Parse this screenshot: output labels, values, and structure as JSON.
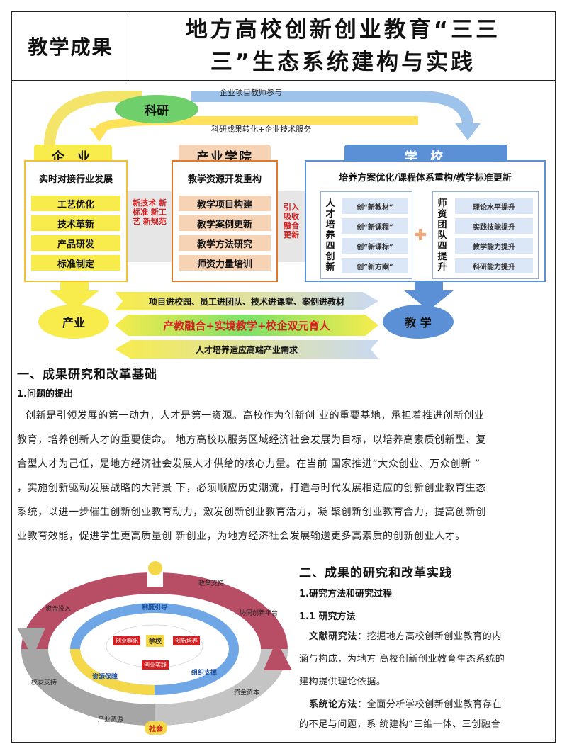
{
  "header": {
    "label": "教学成果",
    "title": "地方高校创新创业教育“三三三”生态系统建构与实践"
  },
  "diagram1": {
    "keyan": "科研",
    "top_note": "企业项目教师参与",
    "mid_note": "科研成果转化+企业技术服务",
    "qiye": "企  业",
    "chanye_xueyuan": "产业学院",
    "xuexiao": "学  校",
    "qiye_sub": "实时对接行业发展",
    "qiye_items": [
      "工艺优化",
      "技术革新",
      "产品研发",
      "标准制定"
    ],
    "left_connector": "新技术 新标准 新工艺 新规范",
    "chanye_sub": "教学资源开发重构",
    "chanye_items": [
      "教学项目构建",
      "教学案例更新",
      "教学方法研究",
      "师资力量培训"
    ],
    "right_connector": "引入 吸收 融合 更新",
    "xuexiao_sub": "培养方案优化/课程体系重构/教学标准更新",
    "rencai_label": "人才培养四创新",
    "rencai_items": [
      "创“新教材”",
      "创“新课程”",
      "创“新课标”",
      "创“新方案”"
    ],
    "shizi_label": "师资团队四提升",
    "shizi_items": [
      "理论水平提升",
      "实践技能提升",
      "教学能力提升",
      "科研能力提升"
    ],
    "chanye": "产业",
    "jiaoxue": "教  学",
    "band1": "项目进校园、员工进团队、技术进课堂、案例进教材",
    "band2": "产教融合+实境教学+校企双元育人",
    "band3": "人才培养适应高端产业需求"
  },
  "section1": {
    "heading": "一、成果研究和改革基础",
    "sub": "1.问题的提出",
    "lines": [
      "创新是引领发展的第一动力，人才是第一资源。高校作为创新创 业的重要基地，承担着推进创新创业",
      "教育，培养创新人才的重要使命。 地方高校以服务区域经济社会发展为目标，以培养高素质创新型、复",
      "合型人才为己任，是地方经济社会发展人才供给的核心力量。在当前 国家推进“大众创业、万众创新 ”",
      "，实施创新驱动发展战略的大背景 下，必须顺应历史潮流，打造与时代发展相适应的创新创业教育生态",
      "系统，以进一步催生创新创业教育动力，激发创新创业教育活力，凝 聚创新创业教育合力，提高创新创",
      "业教育效能，促进学生更高质量创 新创业，为地方经济社会发展输送更多高素质的创新创业人才。"
    ]
  },
  "section2": {
    "heading": "二、成果的研究和改革实践",
    "sub1": "1.研究方法和研究过程",
    "sub2": "1.1 研究方法",
    "p1_label": "文献研究法：",
    "p1_lines": [
      "挖掘地方高校创新创业教育的内",
      "涵与构成，为地方 高校创新创业教育生态系统的",
      "建构提供理论依据。"
    ],
    "p2_label": "系统论方法：",
    "p2_lines": [
      "全面分析学校创新创业教育存在",
      "的不足与问题，系 统建构“三维一体、三创融合"
    ]
  },
  "diagram2": {
    "outer": [
      "政策支持",
      "协同创新平台",
      "资金资本",
      "产业资源",
      "校友支持",
      "资金投入"
    ],
    "inner": [
      "制度引导",
      "资源保障",
      "组织支撑"
    ],
    "center": "学校",
    "core_left": "创业孵化",
    "core_right": "创新培养",
    "core_bottom": "创业实践",
    "bottom": "社会"
  },
  "colors": {
    "yellow": "#f7ec4c",
    "orange": "#e07a2a",
    "blue": "#5b8fd6",
    "green_oval": "#6fcf6a",
    "red_text": "#d42020",
    "pink_ring": "#c9556e",
    "gray_ring": "#a6a6a6"
  }
}
